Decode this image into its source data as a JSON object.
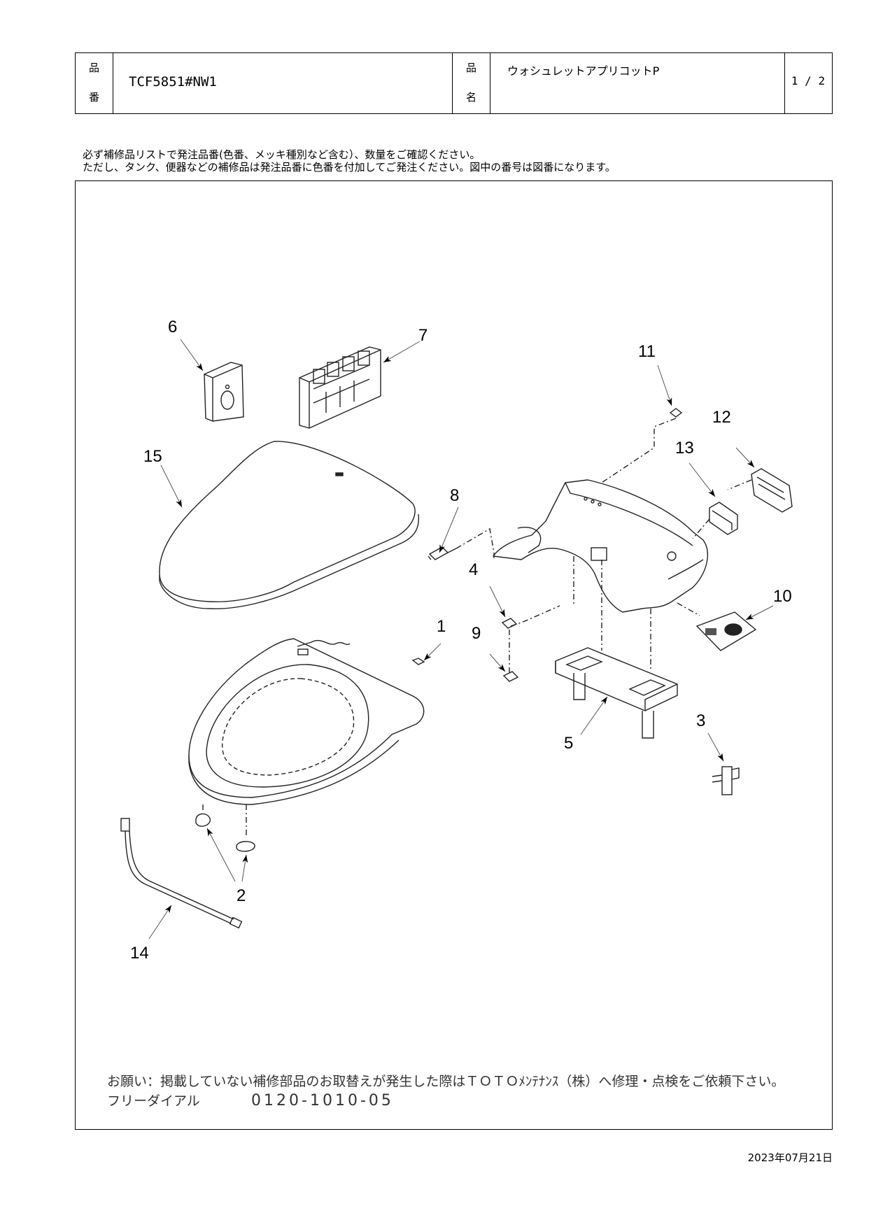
{
  "header": {
    "part_no_label_1": "品",
    "part_no_label_2": "番",
    "part_no": "TCF5851#NW1",
    "name_label_1": "品",
    "name_label_2": "名",
    "product_name": "ウォシュレットアプリコットP",
    "page": "1 / 2"
  },
  "notes": {
    "line1": "必ず補修品リストで発注品番(色番、メッキ種別など含む）、数量をご確認ください。",
    "line2": "ただし、タンク、便器などの補修品は発注品番に色番を付加してご発注ください。図中の番号は図番になります。"
  },
  "callouts": {
    "c1": "1",
    "c2": "2",
    "c3": "3",
    "c4": "4",
    "c5": "5",
    "c6": "6",
    "c7": "7",
    "c8": "8",
    "c9": "9",
    "c10": "10",
    "c11": "11",
    "c12": "12",
    "c13": "13",
    "c14": "14",
    "c15": "15"
  },
  "footer": {
    "request": "お願い：掲載していない補修部品のお取替えが発生した際はＴＯＴＯﾒﾝﾃﾅﾝｽ（株）へ修理・点検をご依頼下さい。",
    "dial_label": "フリーダイアル",
    "dial_number": "0120-1010-05"
  },
  "date": "2023年07月21日"
}
